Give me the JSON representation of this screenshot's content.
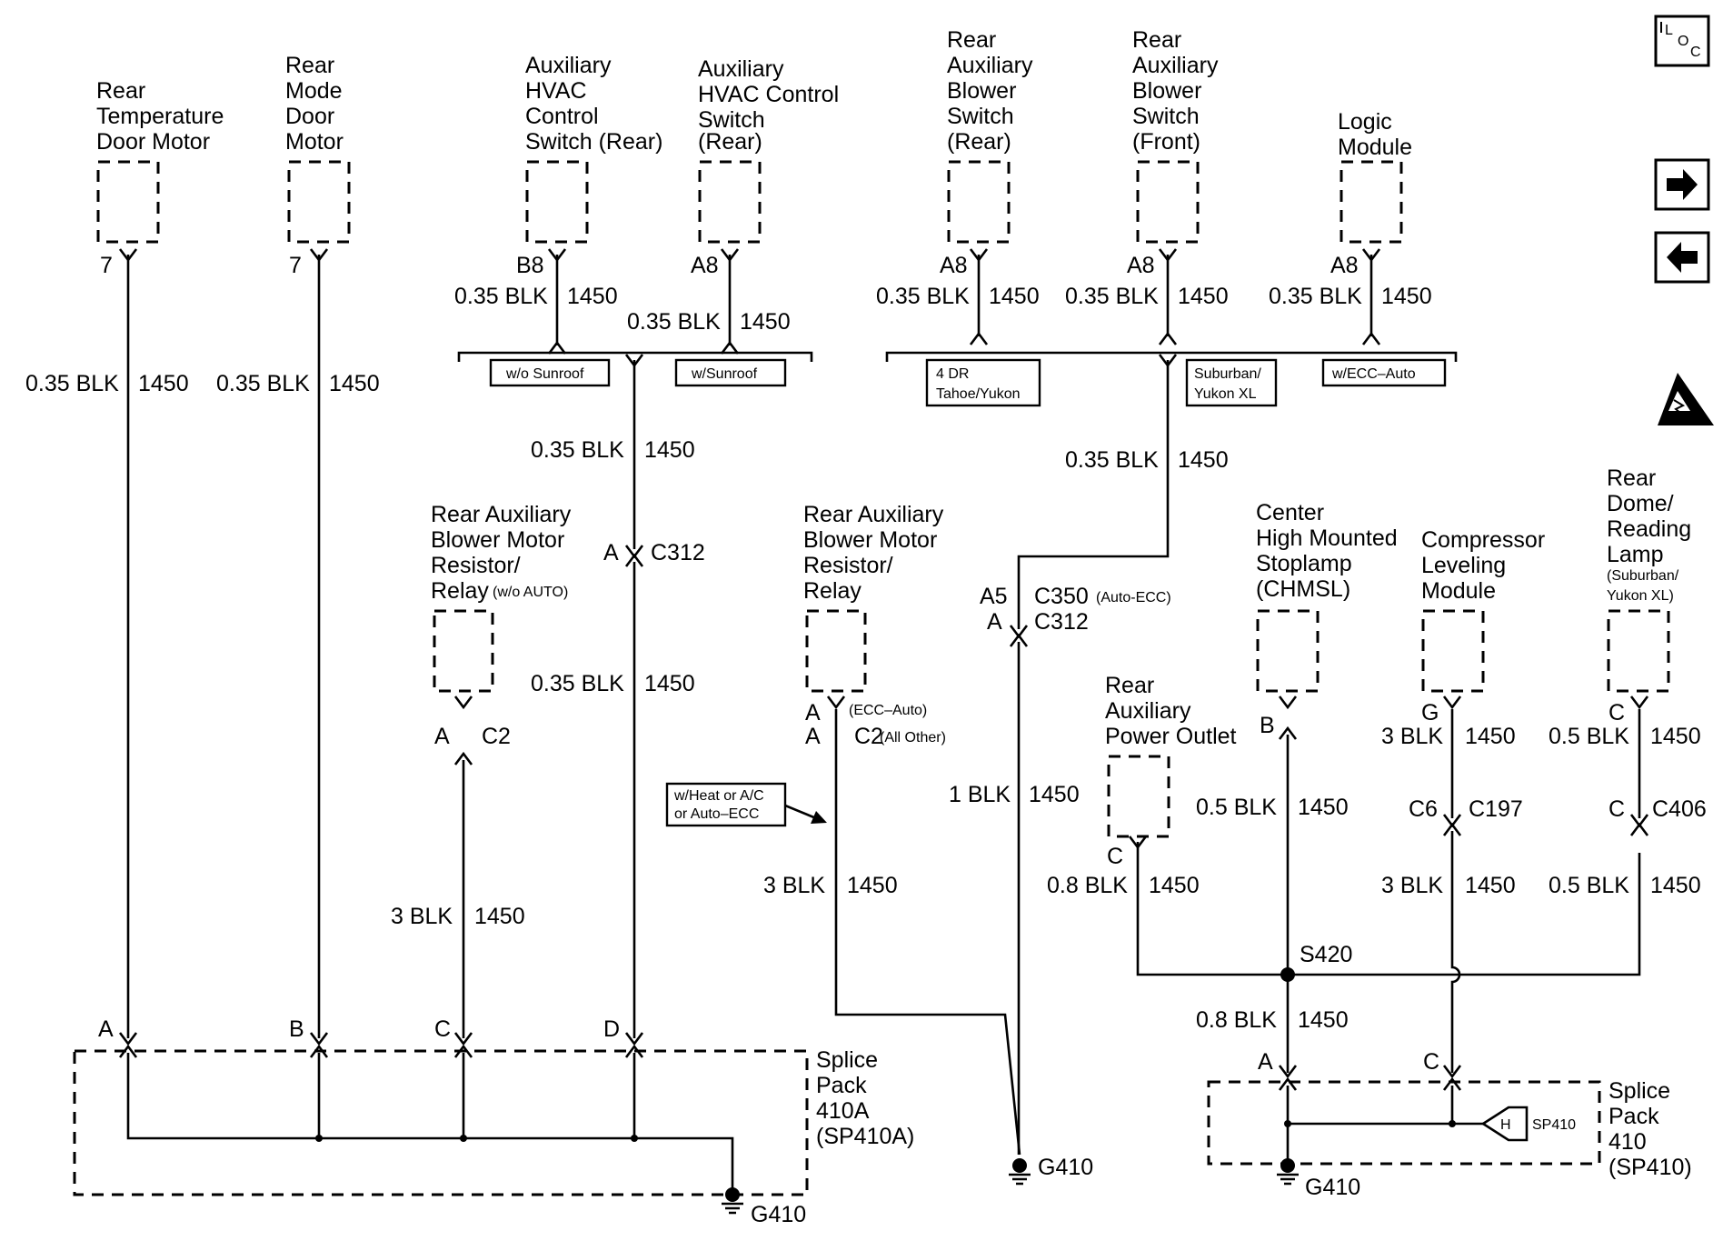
{
  "components": {
    "rear_temp_door_motor": [
      "Rear",
      "Temperature",
      "Door Motor"
    ],
    "rear_mode_door_motor": [
      "Rear",
      "Mode",
      "Door",
      "Motor"
    ],
    "aux_hvac_switch_rear_1": [
      "Auxiliary",
      "HVAC",
      "Control",
      "Switch (Rear)"
    ],
    "aux_hvac_switch_rear_2": [
      "Auxiliary",
      "HVAC Control",
      "Switch",
      "(Rear)"
    ],
    "rear_aux_blower_switch_rear": [
      "Rear",
      "Auxiliary",
      "Blower",
      "Switch",
      "(Rear)"
    ],
    "rear_aux_blower_switch_front": [
      "Rear",
      "Auxiliary",
      "Blower",
      "Switch",
      "(Front)"
    ],
    "logic_module": [
      "Logic",
      "Module"
    ],
    "blower_resistor_relay_noauto": [
      "Rear Auxiliary",
      "Blower Motor",
      "Resistor/"
    ],
    "blower_resistor_relay_noauto_last": "Relay",
    "blower_resistor_relay_noauto_note": "(w/o AUTO)",
    "blower_resistor_relay": [
      "Rear Auxiliary",
      "Blower Motor",
      "Resistor/",
      "Relay"
    ],
    "chmsl": [
      "Center",
      "High Mounted",
      "Stoplamp",
      "(CHMSL)"
    ],
    "compressor_leveling": [
      "Compressor",
      "Leveling",
      "Module"
    ],
    "rear_dome_lamp": [
      "Rear",
      "Dome/",
      "Reading",
      "Lamp"
    ],
    "rear_dome_lamp_note": [
      "(Suburban/",
      "Yukon XL)"
    ],
    "rear_aux_power_outlet": [
      "Rear",
      "Auxiliary",
      "Power Outlet"
    ],
    "splice_pack_410a": [
      "Splice",
      "Pack",
      "410A",
      "(SP410A)"
    ],
    "splice_pack_410": [
      "Splice",
      "Pack",
      "410",
      "(SP410)"
    ]
  },
  "wires": {
    "w035": "0.35 BLK",
    "w05": "0.5 BLK",
    "w08": "0.8 BLK",
    "w1": "1 BLK",
    "w3": "3 BLK",
    "circuit": "1450"
  },
  "pins": {
    "p7": "7",
    "b8": "B8",
    "a8": "A8",
    "a": "A",
    "b": "B",
    "c": "C",
    "d": "D",
    "g": "G",
    "a5": "A5",
    "c6": "C6",
    "h": "H"
  },
  "connectors": {
    "c312": "C312",
    "c2": "C2",
    "c350": "C350",
    "c350_note": "(Auto-ECC)",
    "ecc_auto_note": "(ECC–Auto)",
    "all_other_note": "(All Other)",
    "c197": "C197",
    "c406": "C406",
    "s420": "S420",
    "g410": "G410",
    "sp410": "SP410"
  },
  "options": {
    "wo_sunroof": "w/o Sunroof",
    "w_sunroof": "w/Sunroof",
    "tahoe": [
      "4 DR",
      "Tahoe/Yukon"
    ],
    "suburban": [
      "Suburban/",
      "Yukon XL"
    ],
    "ecc_auto": "w/ECC–Auto",
    "heat_ac": [
      "w/Heat or A/C",
      "or Auto–ECC"
    ]
  },
  "side_icons": {
    "loc": {
      "icon": "location-icon",
      "text": [
        "L",
        "O",
        "C"
      ]
    },
    "next": {
      "icon": "arrow-right-icon"
    },
    "prev": {
      "icon": "arrow-left-icon"
    },
    "esd": {
      "icon": "esd-warning-icon"
    }
  }
}
